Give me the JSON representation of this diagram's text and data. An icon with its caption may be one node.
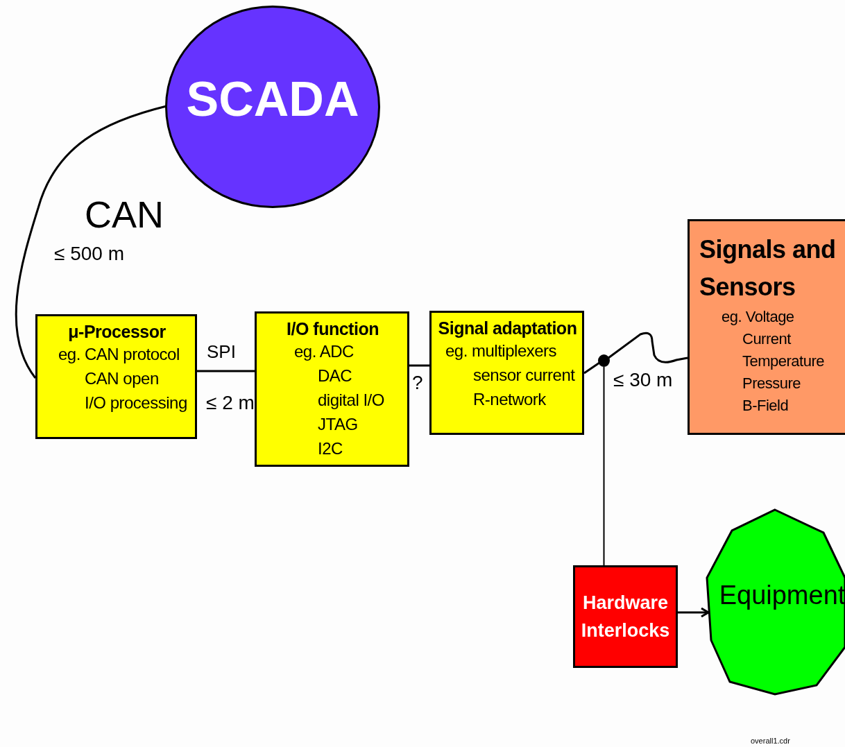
{
  "diagram": {
    "nodes": [
      {
        "text": [
          "SCADA"
        ]
      },
      {
        "text": [
          "μ-Processor",
          "eg. CAN protocol",
          "CAN open",
          "I/O processing"
        ]
      },
      {
        "text": [
          "I/O function",
          "eg. ADC",
          "DAC",
          "digital I/O",
          "JTAG",
          "I2C"
        ]
      },
      {
        "text": [
          "Signal adaptation",
          "eg. multiplexers",
          "sensor current",
          "R-network"
        ]
      },
      {
        "text": [],
        "shape": "circle"
      },
      {
        "text": [
          "Signals and Sensors",
          "eg. Voltage",
          "Current",
          "Temperature",
          "Pressure",
          "B-Field"
        ]
      },
      {
        "text": [
          "Hardware Interlocks"
        ]
      },
      {
        "text": [
          "Equipment"
        ]
      }
    ],
    "edges": [
      {
        "from": 0,
        "to": 1,
        "arrow": "none",
        "label": "CAN"
      },
      {
        "from": 1,
        "to": 2,
        "arrow": "none",
        "label": "SPI"
      },
      {
        "from": 2,
        "to": 3,
        "arrow": "none",
        "label": "?"
      },
      {
        "from": 3,
        "to": 4,
        "arrow": "none"
      },
      {
        "from": 4,
        "to": 5,
        "arrow": "none"
      },
      {
        "from": 4,
        "to": 6,
        "arrow": "none"
      },
      {
        "from": 6,
        "to": 7,
        "arrow": "to"
      }
    ],
    "labels": [
      "≤ 500 m",
      "≤ 2 m",
      "≤ 30 m",
      "overall1.cdr"
    ]
  }
}
